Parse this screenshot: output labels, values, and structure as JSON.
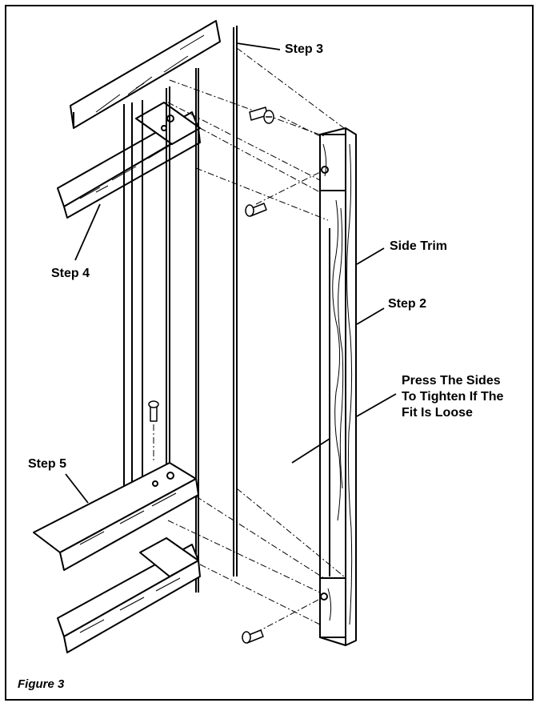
{
  "figure": {
    "caption": "Figure 3",
    "labels": {
      "step3": "Step 3",
      "step4": "Step 4",
      "step5": "Step 5",
      "side_trim": "Side Trim",
      "step2": "Step 2",
      "press_line1": "Press The Sides",
      "press_line2": "To Tighten If The",
      "press_line3": "Fit Is Loose"
    }
  }
}
